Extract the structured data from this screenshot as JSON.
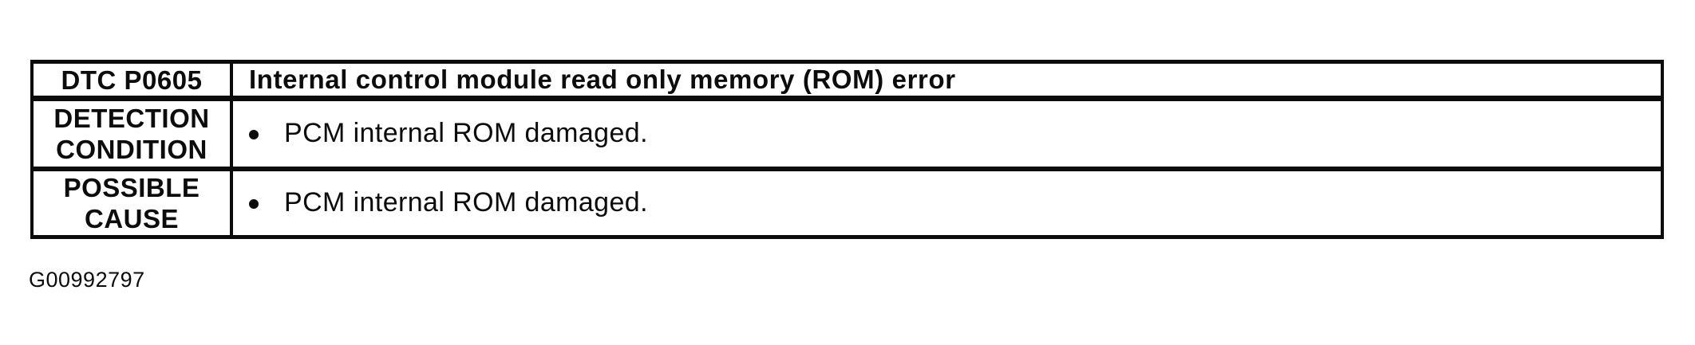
{
  "colors": {
    "ink": "#0c0c0c",
    "paper": "#ffffff"
  },
  "table": {
    "rows": [
      {
        "label": "DTC P0605",
        "text": "Internal control module read only memory (ROM) error"
      },
      {
        "label_line1": "DETECTION",
        "label_line2": "CONDITION",
        "text": "PCM internal ROM damaged."
      },
      {
        "label_line1": "POSSIBLE",
        "label_line2": "CAUSE",
        "text": "PCM internal ROM damaged."
      }
    ]
  },
  "figure_id": "G00992797"
}
